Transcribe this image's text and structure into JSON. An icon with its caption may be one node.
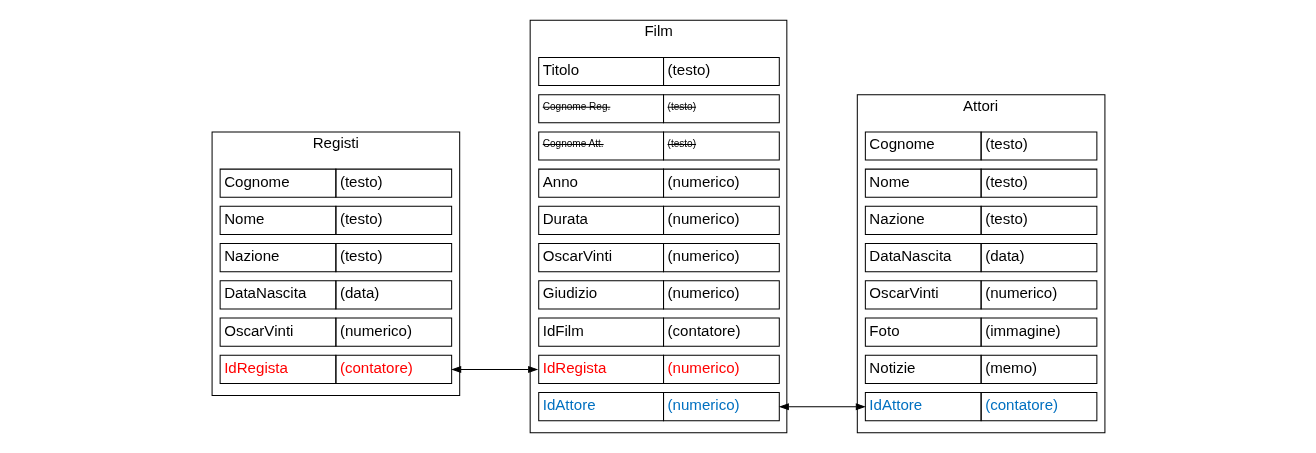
{
  "diagram": {
    "nodes": [
      {
        "text": [
          "Registi"
        ]
      },
      {
        "text": [
          "Cognome",
          "(testo)"
        ],
        "in": 0
      },
      {
        "text": [
          "Nome",
          "(testo)"
        ],
        "in": 0
      },
      {
        "text": [
          "Nazione",
          "(testo)"
        ],
        "in": 0
      },
      {
        "text": [
          "DataNascita",
          "(data)"
        ],
        "in": 0
      },
      {
        "text": [
          "OscarVinti",
          "(numerico)"
        ],
        "in": 0
      },
      {
        "text": [
          "IdRegista",
          "(contatore)"
        ],
        "in": 0
      },
      {
        "text": [
          "Film"
        ]
      },
      {
        "text": [
          "Titolo",
          "(testo)"
        ],
        "in": 7
      },
      {
        "text": [
          "Cognome Reg.",
          "(testo)"
        ],
        "in": 7
      },
      {
        "text": [
          "Cognome Att.",
          "(testo)"
        ],
        "in": 7
      },
      {
        "text": [
          "Anno",
          "(numerico)"
        ],
        "in": 7
      },
      {
        "text": [
          "Durata",
          "(numerico)"
        ],
        "in": 7
      },
      {
        "text": [
          "OscarVinti",
          "(numerico)"
        ],
        "in": 7
      },
      {
        "text": [
          "Giudizio",
          "(numerico)"
        ],
        "in": 7
      },
      {
        "text": [
          "IdFilm",
          "(contatore)"
        ],
        "in": 7
      },
      {
        "text": [
          "IdRegista",
          "(numerico)"
        ],
        "in": 7
      },
      {
        "text": [
          "IdAttore",
          "(numerico)"
        ],
        "in": 7
      },
      {
        "text": [
          "Attori"
        ]
      },
      {
        "text": [
          "Cognome",
          "(testo)"
        ],
        "in": 18
      },
      {
        "text": [
          "Nome",
          "(testo)"
        ],
        "in": 18
      },
      {
        "text": [
          "Nazione",
          "(testo)"
        ],
        "in": 18
      },
      {
        "text": [
          "DataNascita",
          "(data)"
        ],
        "in": 18
      },
      {
        "text": [
          "OscarVinti",
          "(numerico)"
        ],
        "in": 18
      },
      {
        "text": [
          "Foto",
          "(immagine)"
        ],
        "in": 18
      },
      {
        "text": [
          "Notizie",
          "(memo)"
        ],
        "in": 18
      },
      {
        "text": [
          "IdAttore",
          "(contatore)"
        ],
        "in": 18
      }
    ],
    "edges": [
      {
        "from": 6,
        "to": 16,
        "arrow": "both"
      },
      {
        "from": 17,
        "to": 26,
        "arrow": "both"
      }
    ]
  }
}
